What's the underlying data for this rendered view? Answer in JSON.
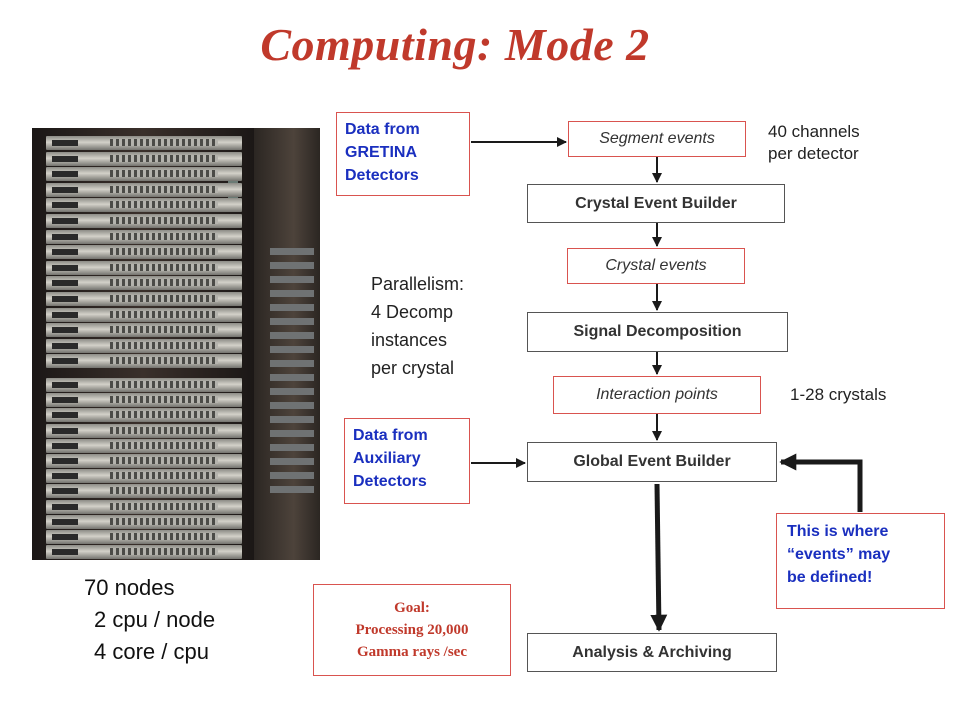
{
  "title": "Computing: Mode 2",
  "nodes": {
    "line1": "70 nodes",
    "line2": "2 cpu / node",
    "line3": "4 core / cpu"
  },
  "parallelism": {
    "line1": "Parallelism:",
    "line2": "4 Decomp",
    "line3": "instances",
    "line4": "per crystal"
  },
  "sources": {
    "gretina": [
      "Data from",
      "GRETINA",
      "Detectors"
    ],
    "auxiliary": [
      "Data from",
      "Auxiliary",
      "Detectors"
    ]
  },
  "pipeline": {
    "segment_events": "Segment events",
    "crystal_event_builder": "Crystal Event Builder",
    "crystal_events": "Crystal events",
    "signal_decomposition": "Signal Decomposition",
    "interaction_points": "Interaction points",
    "global_event_builder": "Global Event Builder",
    "analysis_archiving": "Analysis & Archiving"
  },
  "notes": {
    "channels": [
      "40 channels",
      "per detector"
    ],
    "crystals": "1-28 crystals"
  },
  "goal": {
    "label": "Goal:",
    "line1": "Processing 20,000",
    "line2": "Gamma rays /sec"
  },
  "callout": [
    "This is where",
    "“events” may",
    "be defined!"
  ],
  "colors": {
    "title": "#c0392b",
    "source_text": "#1a2fbf",
    "box_border_red": "#d9534f",
    "box_border_dark": "#555555"
  }
}
